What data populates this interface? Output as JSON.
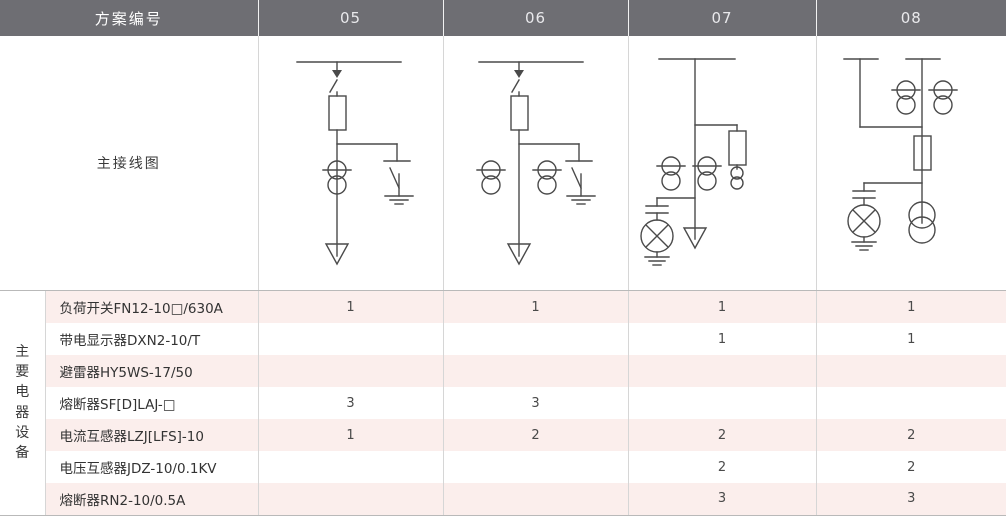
{
  "header": {
    "label": "方案编号",
    "columns": [
      "05",
      "06",
      "07",
      "08"
    ]
  },
  "diagram_row": {
    "label": "主接线图"
  },
  "side_label": "主要电器设备",
  "equipment": [
    {
      "name": "负荷开关FN12-10□/630A",
      "values": [
        "1",
        "1",
        "1",
        "1"
      ]
    },
    {
      "name": "带电显示器DXN2-10/T",
      "values": [
        "",
        "",
        "1",
        "1"
      ]
    },
    {
      "name": "避雷器HY5WS-17/50",
      "values": [
        "",
        "",
        "",
        ""
      ]
    },
    {
      "name": "熔断器SF[D]LAJ-□",
      "values": [
        "3",
        "3",
        "",
        ""
      ]
    },
    {
      "name": "电流互感器LZJ[LFS]-10",
      "values": [
        "1",
        "2",
        "2",
        "2"
      ]
    },
    {
      "name": "电压互感器JDZ-10/0.1KV",
      "values": [
        "",
        "",
        "2",
        "2"
      ]
    },
    {
      "name": "熔断器RN2-10/0.5A",
      "values": [
        "",
        "",
        "3",
        "3"
      ]
    }
  ],
  "colors": {
    "header_bg": "#6e6e73",
    "row_pink": "#fbeeec",
    "row_white": "#ffffff",
    "rule": "#b9b9b9",
    "line": "#4a4a4a"
  },
  "diagrams": {
    "d05": "busbar-disconnector-fuse-ct-earthswitch-cable",
    "d06": "busbar-disconnector-fuse-dual-ct-earthswitch-cable",
    "d07": "busbar-branch-fuse-dual-ct-vt-arrester-cable",
    "d08": "dual-busbar-dual-ct-fuse-vt-arrester-transformer"
  }
}
